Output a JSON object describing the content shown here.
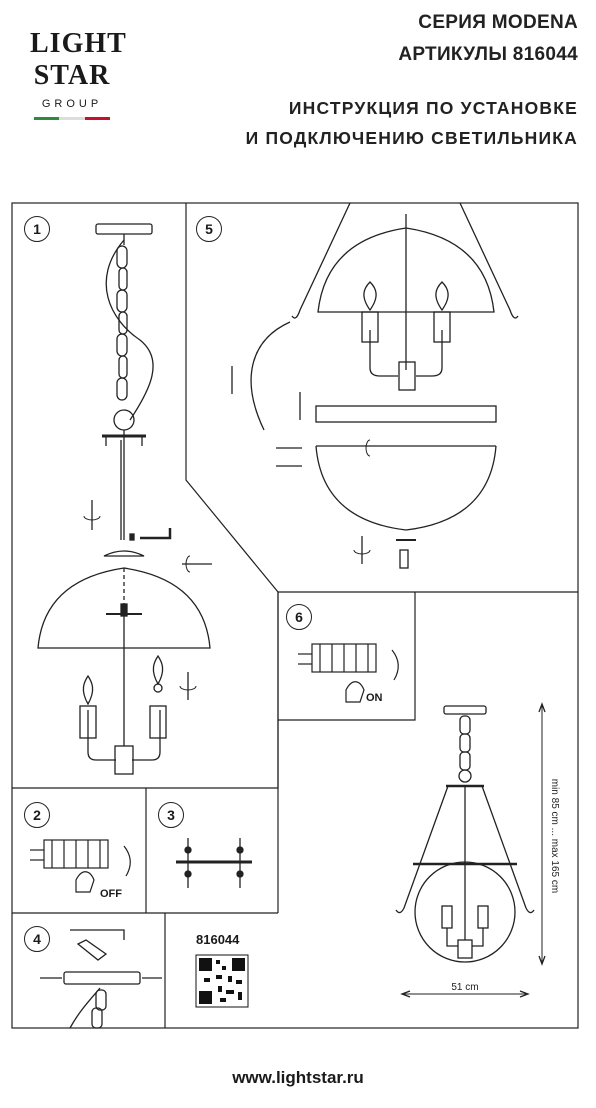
{
  "logo": {
    "line1": "LIGHT",
    "line2": "STAR",
    "line3": "GROUP",
    "flag_colors": [
      "#2e8b3e",
      "#ffffff",
      "#c8102e"
    ]
  },
  "header": {
    "series": "СЕРИЯ MODENA",
    "articles": "АРТИКУЛЫ 816044",
    "title_line1": "ИНСТРУКЦИЯ ПО УСТАНОВКЕ",
    "title_line2": "И ПОДКЛЮЧЕНИЮ СВЕТИЛЬНИКА"
  },
  "steps": {
    "s1": "1",
    "s2": "2",
    "s3": "3",
    "s4": "4",
    "s5": "5",
    "s6": "6"
  },
  "labels": {
    "off": "OFF",
    "on": "ON"
  },
  "dimensions": {
    "height": "min 85 cm ... max 165 cm",
    "width": "51 cm"
  },
  "article_number": "816044",
  "footer": {
    "website": "www.lightstar.ru"
  }
}
